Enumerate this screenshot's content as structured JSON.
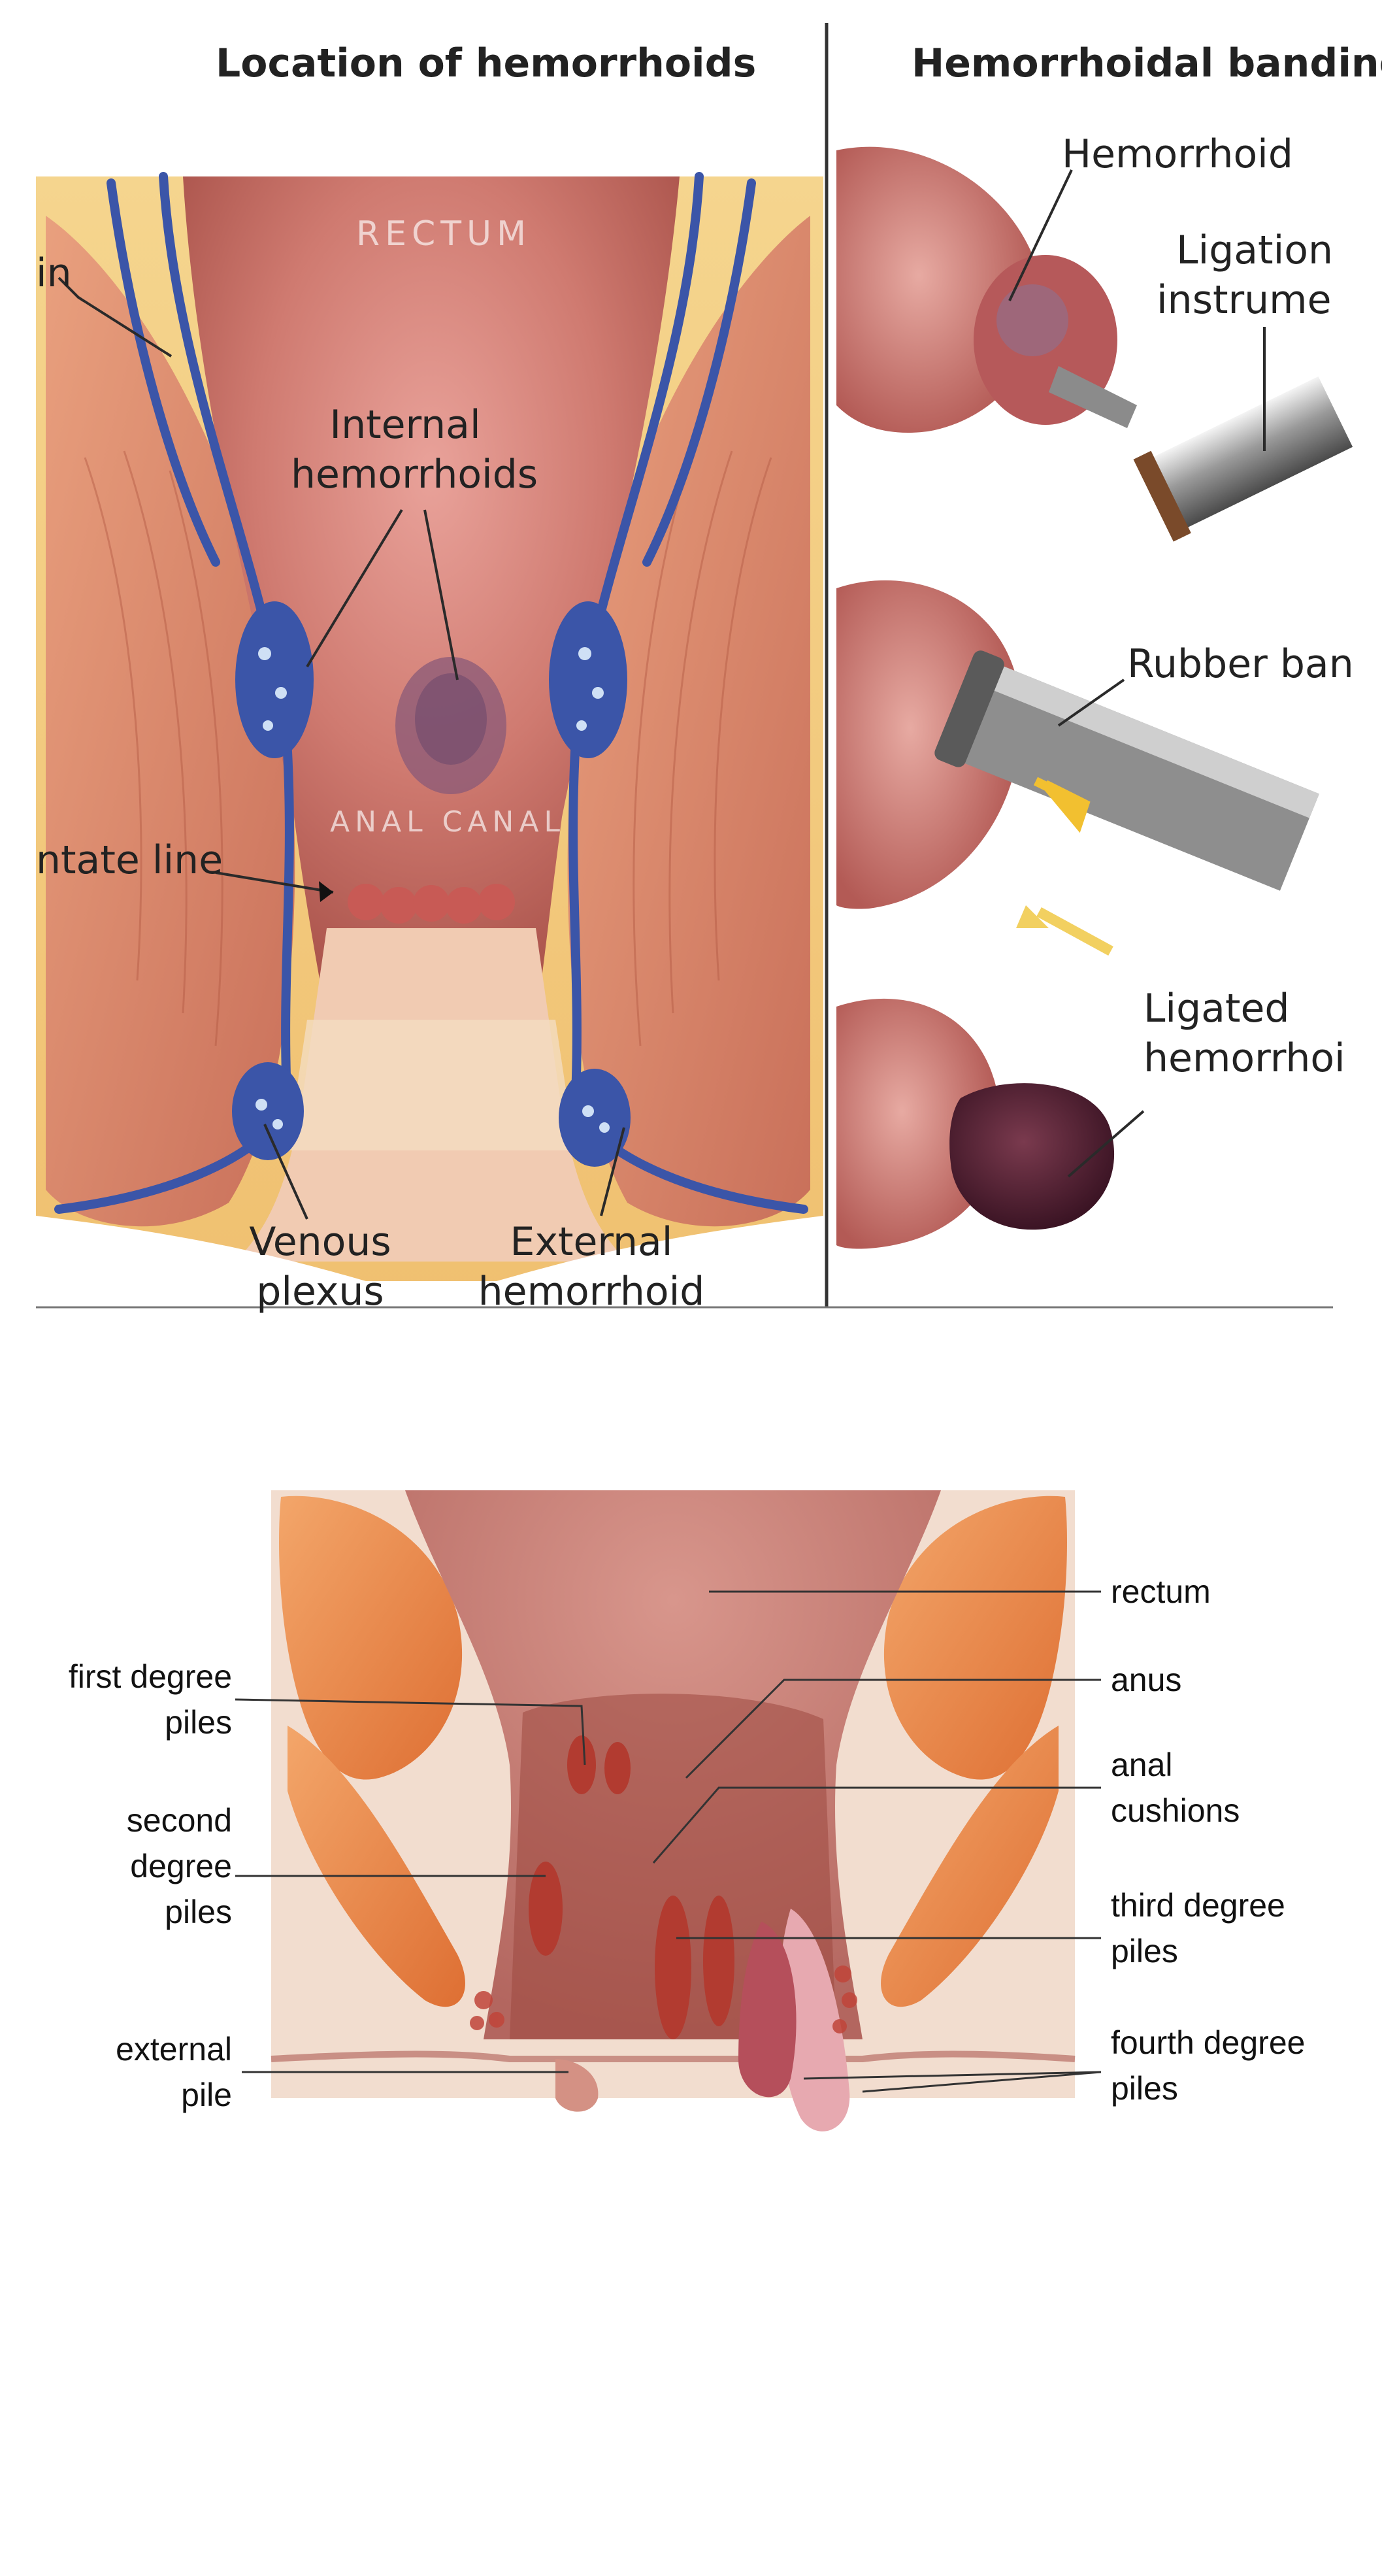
{
  "panel_top_left": {
    "title": "Location of hemorrhoids",
    "labels": {
      "rectum": "RECTUM",
      "anal_canal": "ANAL CANAL",
      "vein_partial": "in",
      "internal_line1": "Internal",
      "internal_line2": "hemorrhoids",
      "dentate_line": "ntate line",
      "venous_line1": "Venous",
      "venous_line2": "plexus",
      "external_line1": "External",
      "external_line2": "hemorrhoid"
    }
  },
  "panel_top_right": {
    "title": "Hemorrhoidal banding",
    "labels": {
      "hemorrhoid": "Hemorrhoid",
      "ligation_line1": "Ligation",
      "ligation_line2": "instrumer",
      "rubber_band": "Rubber ban",
      "ligated_line1": "Ligated",
      "ligated_line2": "hemorrhoi"
    }
  },
  "panel_bottom": {
    "labels": {
      "first_line1": "first degree",
      "first_line2": "piles",
      "second_line1": "second",
      "second_line2": "degree",
      "second_line3": "piles",
      "external_line1": "external",
      "external_line2": "pile",
      "rectum": "rectum",
      "anus": "anus",
      "cushions_line1": "anal",
      "cushions_line2": "cushions",
      "third_line1": "third degree",
      "third_line2": "piles",
      "fourth_line1": "fourth degree",
      "fourth_line2": "piles"
    }
  },
  "colors": {
    "background": "#ffffff",
    "mucosa": "#c8716a",
    "vein_blue": "#3b55a8",
    "muscle": "#e78b4f",
    "hemorrhoid": "#a8342c"
  }
}
